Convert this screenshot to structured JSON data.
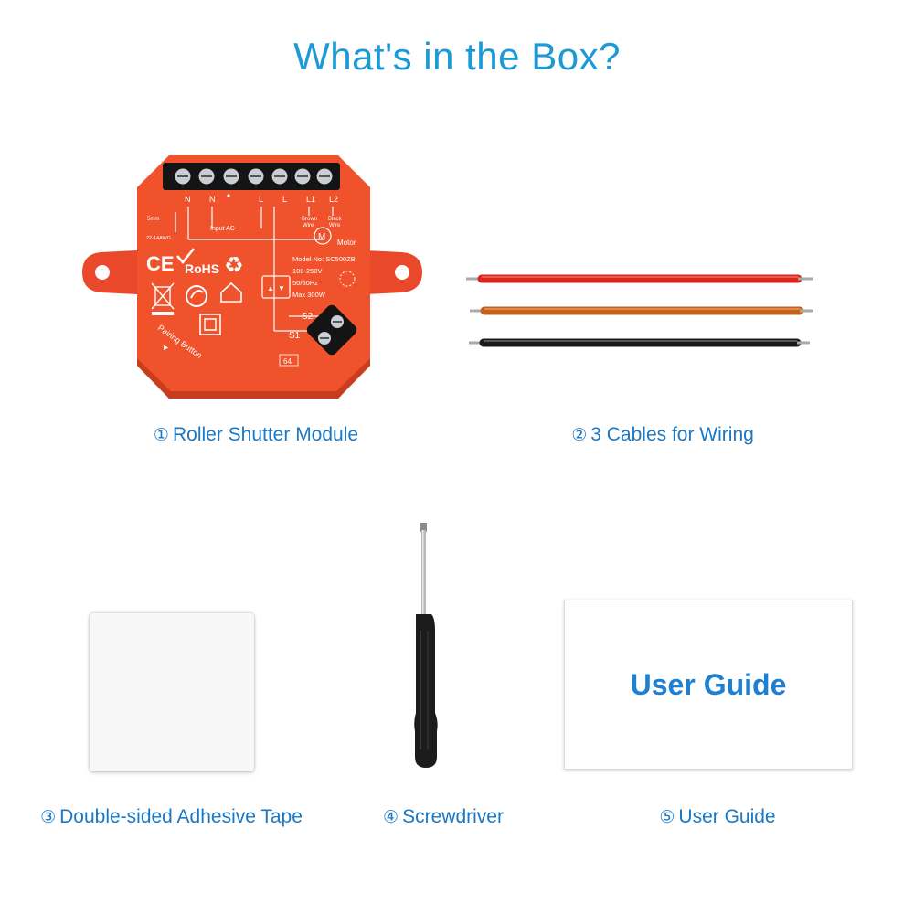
{
  "page": {
    "title": "What's in the Box?"
  },
  "colors": {
    "accent": "#1c9ad6",
    "module": "#f0532b",
    "cable_red": "#d8251e",
    "cable_brown": "#c4601d",
    "cable_black": "#1a1a1a"
  },
  "items": [
    {
      "number": "①",
      "label": "Roller Shutter Module"
    },
    {
      "number": "②",
      "label": "3 Cables for Wiring"
    },
    {
      "number": "③",
      "label": "Double-sided Adhesive Tape"
    },
    {
      "number": "④",
      "label": "Screwdriver"
    },
    {
      "number": "⑤",
      "label": "User Guide"
    }
  ],
  "module": {
    "terminals": [
      "N",
      "N",
      "L",
      "L",
      "L1",
      "L2"
    ],
    "wire_size": "5mm",
    "awg": "22-14AWG",
    "input_label": "Input AC~",
    "brown_wire": [
      "Brown",
      "Wire"
    ],
    "black_wire": [
      "Black",
      "Wire"
    ],
    "motor_symbol": "M",
    "motor_label": "Motor",
    "ce_mark": "CE",
    "rohs_mark": "RoHS",
    "model": "Model No: SC500ZB",
    "voltage": "100-250V",
    "frequency": "50/60Hz",
    "power": "Max 300W",
    "switch_s2": "S2",
    "switch_s1": "S1",
    "pairing_label": "Pairing Button",
    "pairing_arrow": "▲",
    "code": "64"
  },
  "user_guide": {
    "cover_text": "User Guide"
  }
}
